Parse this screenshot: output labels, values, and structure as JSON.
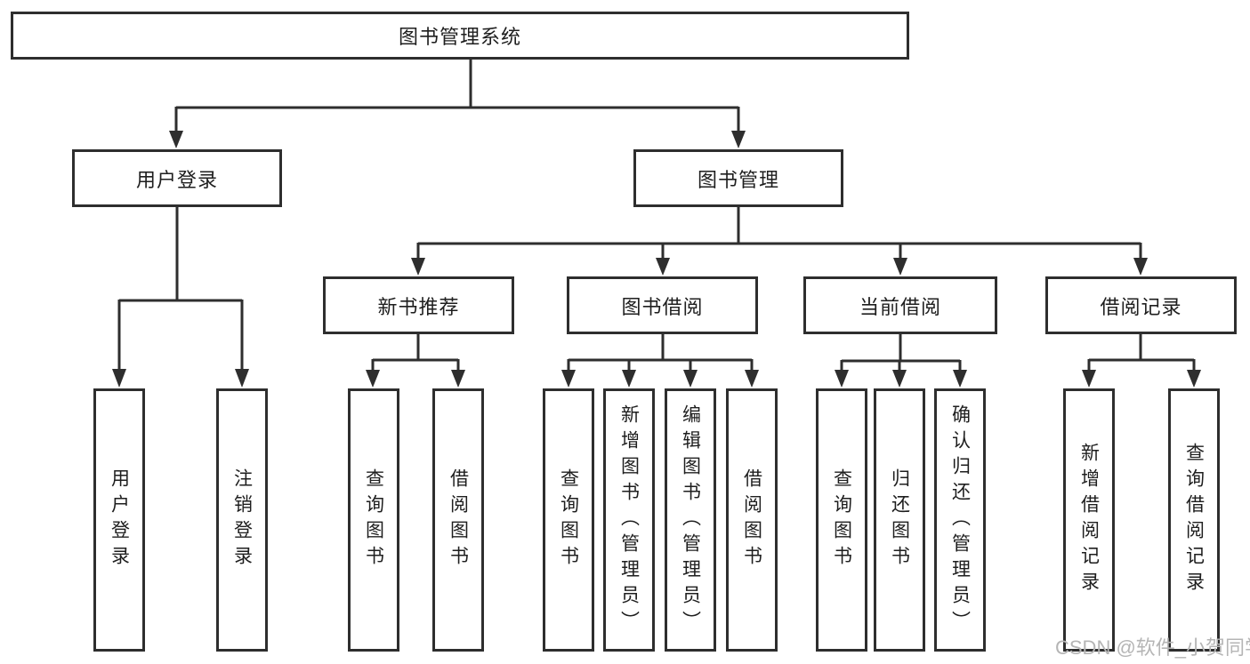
{
  "colors": {
    "line": "#2e2e2e",
    "text": "#1e1e1e",
    "watermark": "#b5b5b5",
    "background": "#ffffff"
  },
  "tree": {
    "root": {
      "label": "图书管理系统",
      "children": [
        {
          "label": "用户登录",
          "children": [
            {
              "label": "用户登录"
            },
            {
              "label": "注销登录"
            }
          ]
        },
        {
          "label": "图书管理",
          "children": [
            {
              "label": "新书推荐",
              "children": [
                {
                  "label": "查询图书"
                },
                {
                  "label": "借阅图书"
                }
              ]
            },
            {
              "label": "图书借阅",
              "children": [
                {
                  "label": "查询图书"
                },
                {
                  "label": "新增图书（管理员）"
                },
                {
                  "label": "编辑图书（管理员）"
                },
                {
                  "label": "借阅图书"
                }
              ]
            },
            {
              "label": "当前借阅",
              "children": [
                {
                  "label": "查询图书"
                },
                {
                  "label": "归还图书"
                },
                {
                  "label": "确认归还（管理员）"
                }
              ]
            },
            {
              "label": "借阅记录",
              "children": [
                {
                  "label": "新增借阅记录"
                },
                {
                  "label": "查询借阅记录"
                }
              ]
            }
          ]
        }
      ]
    }
  },
  "watermark": {
    "text": "CSDN @软件_小贺同学"
  }
}
